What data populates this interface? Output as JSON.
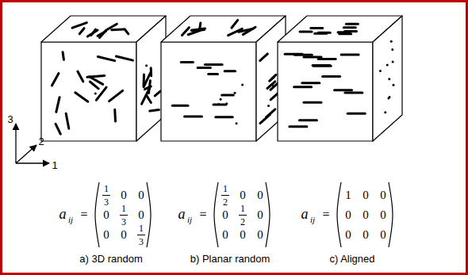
{
  "diagram": {
    "labels": [
      "3",
      "2",
      "1",
      "a",
      "ij",
      "=",
      "1",
      "3",
      "0",
      "0",
      "0",
      "1",
      "3",
      "0",
      "0",
      "0",
      "1",
      "3",
      "a) 3D random",
      "a",
      "ij",
      "=",
      "1",
      "2",
      "0",
      "0",
      "0",
      "1",
      "2",
      "0",
      "0",
      "0",
      "0",
      "b) Planar random",
      "a",
      "ij",
      "=",
      "1",
      "0",
      "0",
      "0",
      "0",
      "0",
      "0",
      "0",
      "0",
      "c) Aligned"
    ]
  }
}
